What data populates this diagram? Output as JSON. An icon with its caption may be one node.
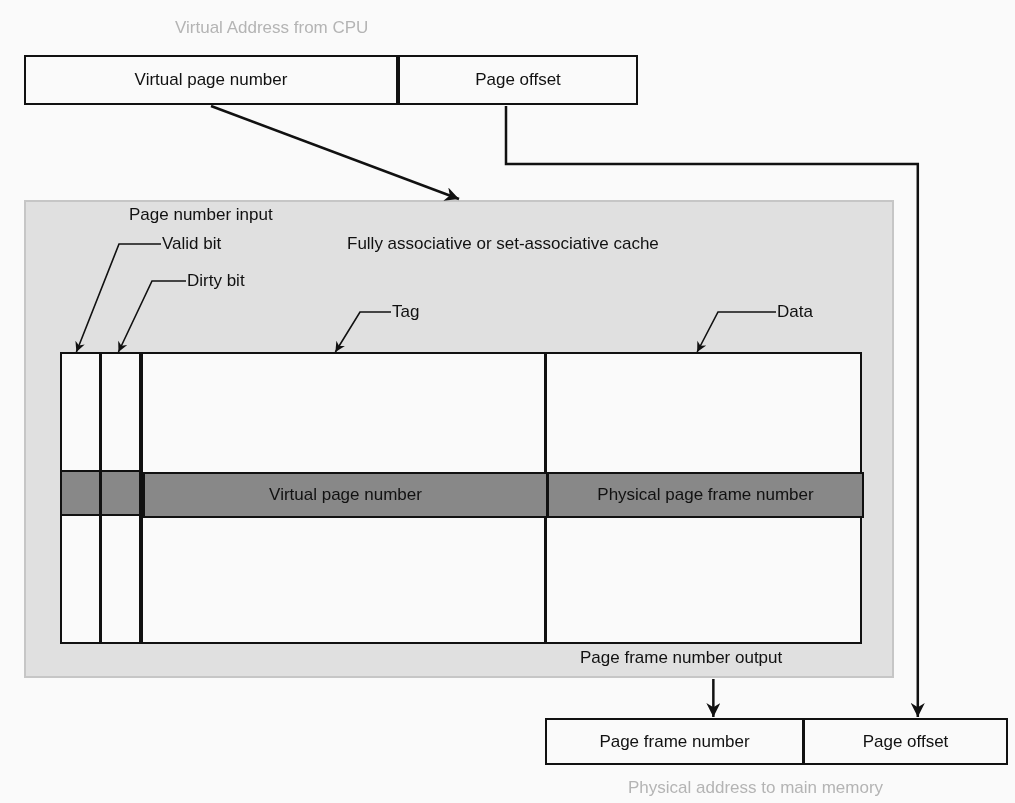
{
  "diagram": {
    "nodes": [
      {
        "text": [
          "Virtual page number"
        ]
      },
      {
        "text": [
          "Page offset"
        ]
      },
      {
        "text": [
          "Page number input",
          "Fully associative or set-associative cache",
          "Page frame number output"
        ]
      },
      {
        "text": [
          "Valid bit"
        ],
        "in": 2
      },
      {
        "text": [
          "Dirty bit"
        ],
        "in": 2
      },
      {
        "text": [
          "Tag"
        ],
        "in": 2
      },
      {
        "text": [
          "Data"
        ],
        "in": 2
      },
      {
        "text": [],
        "shape": "box",
        "in": 2
      },
      {
        "text": [],
        "shape": "box",
        "in": 2
      },
      {
        "text": [],
        "shape": "box",
        "in": 2
      },
      {
        "text": [],
        "shape": "box",
        "in": 2
      },
      {
        "text": [
          "Virtual page number"
        ],
        "in": 9
      },
      {
        "text": [
          "Physical page frame number"
        ],
        "in": 10
      },
      {
        "text": [
          "Page frame number"
        ]
      },
      {
        "text": [
          "Page offset"
        ]
      }
    ],
    "edges": [
      {
        "from": 0,
        "to": 2,
        "arrow": "to"
      },
      {
        "from": 1,
        "to": 14,
        "arrow": "to"
      },
      {
        "from": 2,
        "to": 13,
        "arrow": "to"
      },
      {
        "from": 3,
        "to": 7,
        "arrow": "to"
      },
      {
        "from": 4,
        "to": 8,
        "arrow": "to"
      },
      {
        "from": 5,
        "to": 9,
        "arrow": "to"
      },
      {
        "from": 6,
        "to": 10,
        "arrow": "to"
      }
    ],
    "labels": [
      "Virtual Address from CPU",
      "Physical address to main memory"
    ]
  }
}
